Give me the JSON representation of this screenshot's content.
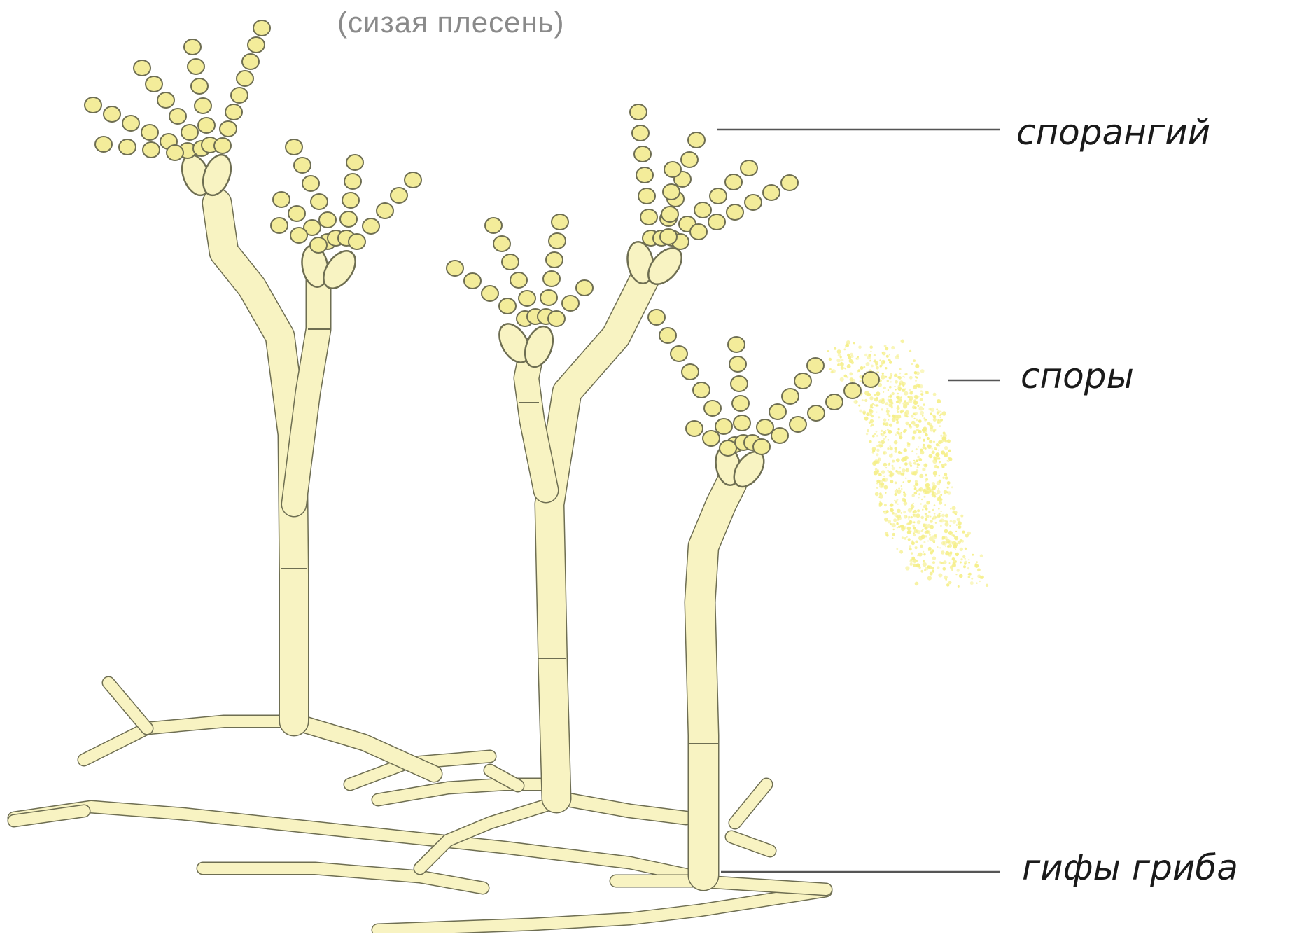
{
  "subtitle": "(сизая плесень)",
  "labels": {
    "sporangium": "спорангий",
    "spores": "споры",
    "hyphae": "гифы гриба"
  },
  "colors": {
    "fill": "#f8f3c2",
    "stroke": "#6e6e52",
    "spore_cloud": "#f5ef8a",
    "leader": "#555555"
  }
}
